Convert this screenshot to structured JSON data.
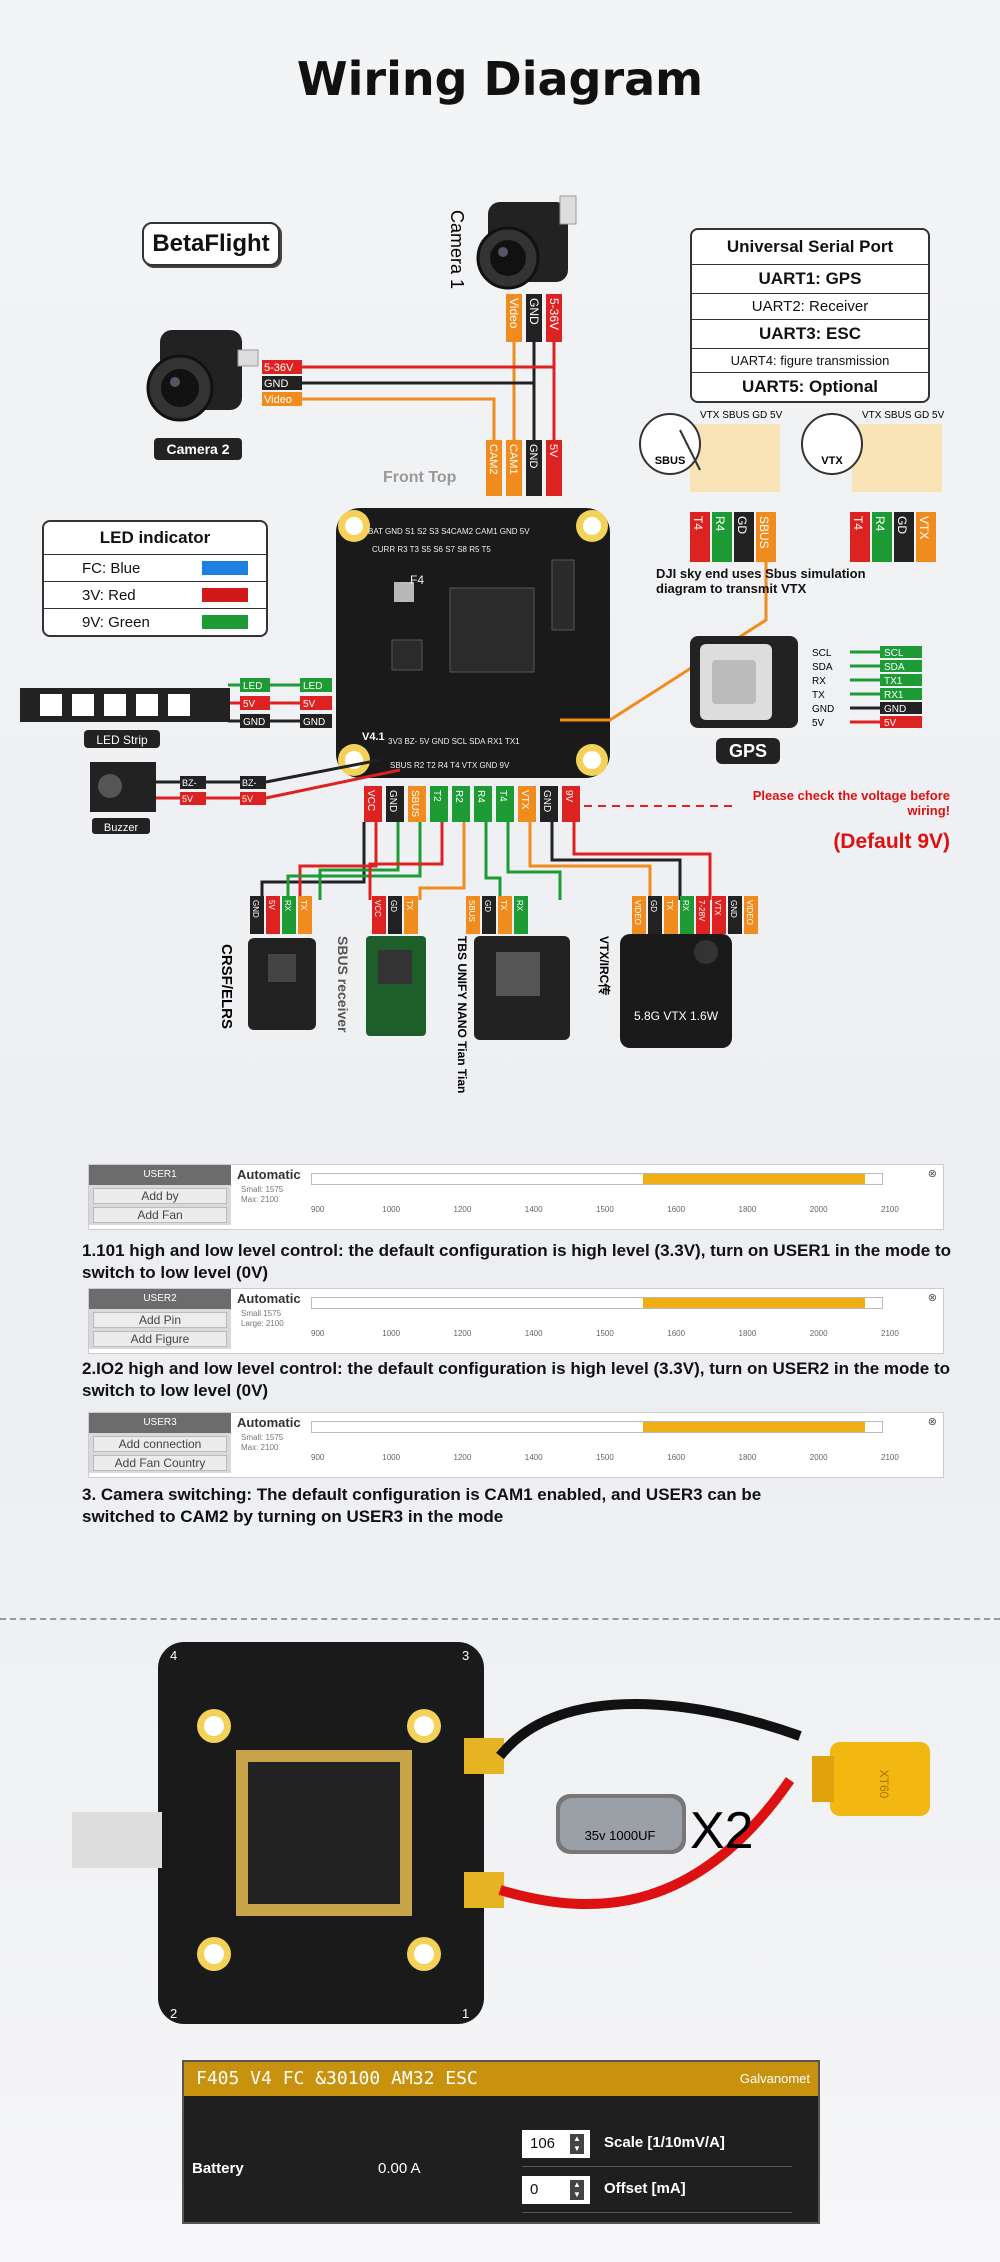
{
  "title": "Wiring Diagram",
  "betaflight": "BetaFlight",
  "uart_table": {
    "header": "Universal Serial Port",
    "rows": [
      "UART1: GPS",
      "UART2: Receiver",
      "UART3: ESC",
      "UART4: figure transmission",
      "UART5: Optional"
    ]
  },
  "led_table": {
    "header": "LED indicator",
    "rows": [
      {
        "label": "FC: Blue",
        "color": "#1f7fe0"
      },
      {
        "label": "3V: Red",
        "color": "#d01a1a"
      },
      {
        "label": "9V: Green",
        "color": "#1e9b35"
      }
    ]
  },
  "camera1": {
    "label": "Camera 1",
    "wires": [
      "Video",
      "GND",
      "5-36V"
    ],
    "pads": [
      "CAM2",
      "CAM1",
      "GND",
      "5V"
    ]
  },
  "camera2": {
    "label": "Camera 2",
    "wires": [
      "5-36V",
      "GND",
      "Video"
    ]
  },
  "front_top": "Front Top",
  "fc": {
    "name": "F4",
    "version": "V4.1",
    "top_pads": "BAT GND S1 S2 S3 S4CAM2 CAM1 GND 5V",
    "top_row2": "CURR R3 T3 S5 S6 S7 S8 R5 T5",
    "bottom_pads": "3V3 BZ- 5V GND SCL SDA RX1 TX1",
    "bottom_row2": "SBUS R2 T2 R4 T4 VTX GND 9V",
    "left_pads": [
      "LED",
      "5V",
      "GND"
    ]
  },
  "sbus_box": {
    "badge": "SBUS",
    "pins": "VTX SBUS GD 5V",
    "wires": [
      "T4",
      "R4",
      "GD",
      "SBUS"
    ]
  },
  "vtx_box": {
    "badge": "VTX",
    "pins": "VTX SBUS GD 5V",
    "wires": [
      "T4",
      "R4",
      "GD",
      "VTX"
    ]
  },
  "dji_note": "DJI sky end uses Sbus simulation diagram to transmit VTX",
  "gps": {
    "label": "GPS",
    "pins": [
      "SCL",
      "SDA",
      "RX",
      "TX",
      "GND",
      "5V"
    ],
    "fc_wires": [
      "SCL",
      "SDA",
      "TX1",
      "RX1",
      "GND",
      "5V"
    ]
  },
  "led_strip": {
    "label": "LED Strip",
    "wires": [
      "LED",
      "5V",
      "GND"
    ]
  },
  "buzzer": {
    "label": "Buzzer",
    "wires": [
      "BZ-",
      "5V"
    ]
  },
  "voltage_warning": "Please check the voltage before wiring!",
  "default_voltage": "(Default 9V)",
  "bottom_fc_labels": [
    "VCC",
    "GND",
    "SBUS",
    "T2",
    "R2",
    "R4",
    "T4",
    "VTX",
    "GND",
    "9V"
  ],
  "receivers": [
    {
      "label": "CRSF/ELRS",
      "pins": [
        "GND",
        "5V",
        "RX",
        "TX"
      ]
    },
    {
      "label": "SBUS receiver",
      "pins": [
        "VCC",
        "GD",
        "TX"
      ]
    },
    {
      "label": "TBS UNIFY NANO Tian Tian",
      "pins": [
        "SBUS",
        "GD",
        "TX",
        "RX"
      ]
    },
    {
      "label": "VTX/IRC传",
      "pins": [
        "VIDEO",
        "GD",
        "TX",
        "RX",
        "7-28V",
        "VTX",
        "GND",
        "VIDEO"
      ]
    }
  ],
  "vtx_module": "5.8G VTX 1.6W",
  "panels": [
    {
      "user": "USER1",
      "btn1": "Add by",
      "btn2": "Add Fan",
      "auto": "Automatic",
      "small": "Small: 1575",
      "max": "Max: 2100",
      "fill_start": 0.58,
      "fill_end": 0.97
    },
    {
      "user": "USER2",
      "btn1": "Add Pin",
      "btn2": "Add Figure",
      "auto": "Automatic",
      "small": "Small 1575",
      "max": "Large: 2100",
      "fill_start": 0.58,
      "fill_end": 0.97
    },
    {
      "user": "USER3",
      "btn1": "Add connection",
      "btn2": "Add Fan Country",
      "auto": "Automatic",
      "small": "Small: 1575",
      "max": "Max: 2100",
      "fill_start": 0.58,
      "fill_end": 0.97
    }
  ],
  "ticks": [
    "900",
    "1000",
    "1200",
    "1400",
    "1500",
    "1600",
    "1800",
    "2000",
    "2100"
  ],
  "descriptions": [
    "1.101 high and low level control: the default configuration is high level (3.3V), turn on USER1 in the mode to switch to low level (0V)",
    "2.IO2 high and low level control: the default configuration is high level (3.3V), turn on USER2 in the mode to switch to low level (0V)",
    "3. Camera switching: The default configuration is CAM1 enabled, and USER3 can be switched to CAM2 by turning on USER3 in the mode"
  ],
  "esc": {
    "capacitor": "35v 1000UF",
    "multiplier": "X2",
    "connector": "XT60",
    "corner_labels": [
      "4",
      "3",
      "2",
      "1"
    ]
  },
  "galvanometer": {
    "header": "F405 V4 FC &30100 AM32 ESC",
    "right": "Galvanomet",
    "battery": "Battery",
    "current": "0.00 A",
    "scale_value": "106",
    "scale_label": "Scale [1/10mV/A]",
    "offset_value": "0",
    "offset_label": "Offset [mA]"
  }
}
